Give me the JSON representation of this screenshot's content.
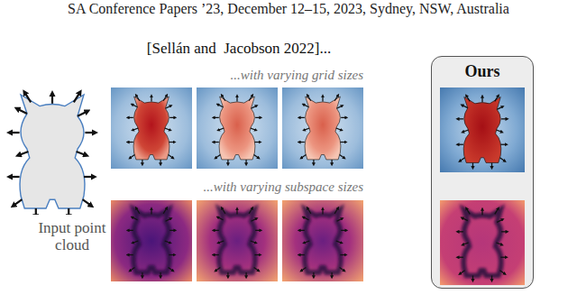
{
  "diagram": {
    "nodes": [
      {
        "text": [
          "Ours"
        ]
      }
    ],
    "labels": [
      "SA Conference Papers ’23, December 12–15, 2023, Sydney, NSW, Australia",
      "[Sellán and  Jacobson 2022]...",
      "...with varying grid sizes",
      "...with varying subspace sizes",
      "Input point cloud"
    ]
  }
}
